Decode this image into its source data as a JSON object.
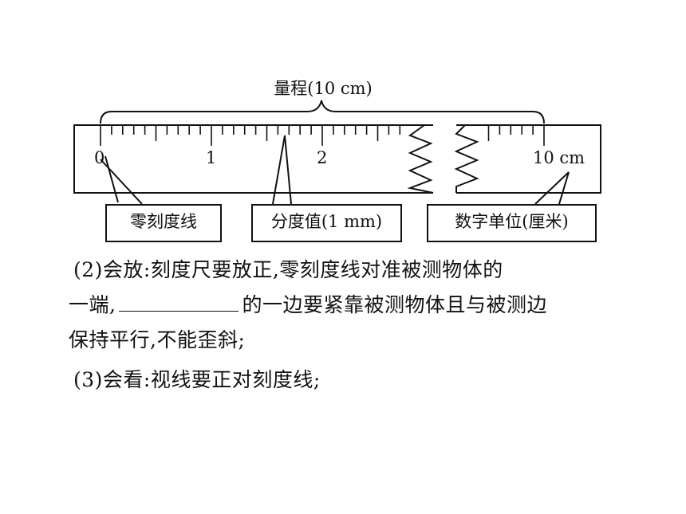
{
  "ruler": {
    "range_label": "量程(10 cm)",
    "numbers": [
      "0",
      "1",
      "2",
      "10 cm"
    ],
    "labels": {
      "zero_line": "零刻度线",
      "division_value": "分度值(1 mm)",
      "unit": "数字单位(厘米)"
    }
  },
  "text": {
    "line1": "(2)会放:刻度尺要放正,零刻度线对准被测物体的",
    "line2_a": "一端,",
    "line2_b": "的一边要紧靠被测物体且与被测边",
    "line3": "保持平行,不能歪斜;",
    "line4": "(3)会看:视线要正对刻度线;"
  }
}
